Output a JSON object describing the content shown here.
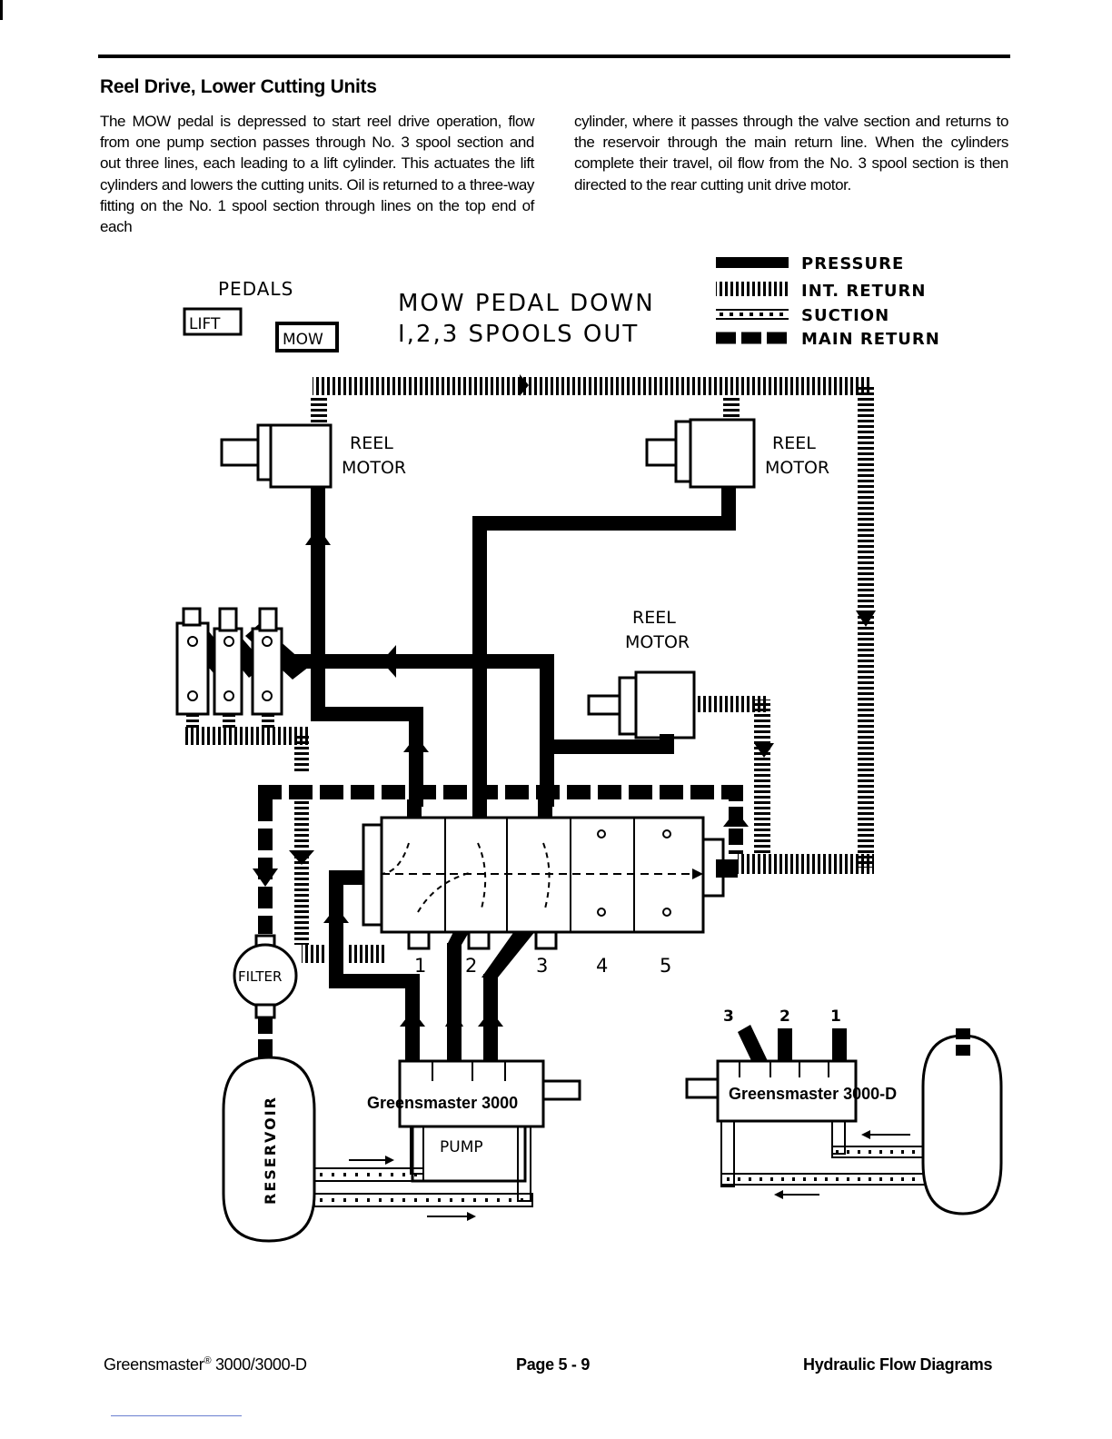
{
  "page": {
    "title": "Reel Drive, Lower Cutting Units",
    "col_left": "The MOW pedal is depressed to start reel drive operation, flow from one pump section passes through No. 3 spool section and out three lines, each leading to a lift cylinder. This actuates the lift cylinders and lowers the cutting units. Oil is returned to a three-way fitting on the No. 1 spool section through lines on the top end of each",
    "col_right": "cylinder, where it passes through the valve section and returns to the reservoir through the main return line. When the cylinders complete their travel, oil flow from the No. 3 spool section is then directed to the rear cutting unit drive motor."
  },
  "diagram": {
    "pedals_label": "PEDALS",
    "lift_label": "LIFT",
    "mow_label": "MOW",
    "heading_line1": "MOW PEDAL DOWN",
    "heading_line2": "I,2,3 SPOOLS OUT",
    "legend": {
      "pressure": "PRESSURE",
      "int_return": "INT. RETURN",
      "suction": "SUCTION",
      "main_return": "MAIN RETURN"
    },
    "reel_motor_1": "REEL",
    "reel_motor_1b": "MOTOR",
    "reel_motor_2": "REEL",
    "reel_motor_2b": "MOTOR",
    "reel_motor_3": "REEL",
    "reel_motor_3b": "MOTOR",
    "filter": "FILTER",
    "reservoir": "RESERVOIR",
    "pump_label": "Greensmaster 3000",
    "pump_word": "PUMP",
    "pump_d_label": "Greensmaster 3000-D",
    "spool_numbers": [
      "1",
      "2",
      "3",
      "4",
      "5"
    ],
    "pump_d_numbers": [
      "3",
      "2",
      "1"
    ]
  },
  "footer": {
    "left": "Greensmaster",
    "left_reg": "®",
    "left_tail": " 3000/3000-D",
    "center": "Page 5 - 9",
    "right": "Hydraulic Flow Diagrams"
  }
}
